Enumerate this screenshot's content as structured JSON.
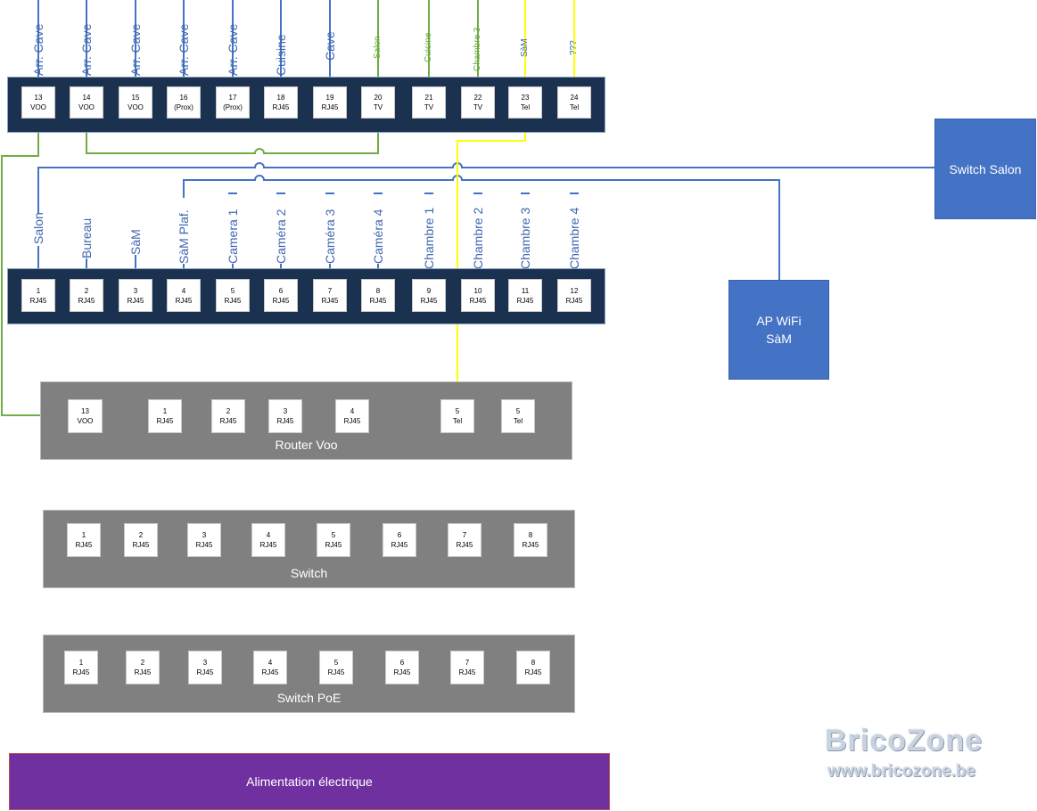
{
  "top_patch": {
    "labels": [
      {
        "text": "Arr. Cave",
        "style": "blue"
      },
      {
        "text": "Arr. Cave",
        "style": "blue"
      },
      {
        "text": "Arr. Cave",
        "style": "blue"
      },
      {
        "text": "Arr. Cave",
        "style": "blue"
      },
      {
        "text": "Arr. Cave",
        "style": "blue"
      },
      {
        "text": "Cuisine",
        "style": "blue"
      },
      {
        "text": "Cave",
        "style": "blue"
      },
      {
        "text": "Salon",
        "style": "green"
      },
      {
        "text": "Cuisine",
        "style": "green"
      },
      {
        "text": "Chambre 3",
        "style": "green"
      },
      {
        "text": "SàM",
        "style": "bluesm"
      },
      {
        "text": "???",
        "style": "bluesm"
      }
    ],
    "ports": [
      {
        "num": "13",
        "type": "VOO"
      },
      {
        "num": "14",
        "type": "VOO"
      },
      {
        "num": "15",
        "type": "VOO"
      },
      {
        "num": "16",
        "type": "(Prox)"
      },
      {
        "num": "17",
        "type": "(Prox)"
      },
      {
        "num": "18",
        "type": "RJ45"
      },
      {
        "num": "19",
        "type": "RJ45"
      },
      {
        "num": "20",
        "type": "TV"
      },
      {
        "num": "21",
        "type": "TV"
      },
      {
        "num": "22",
        "type": "TV"
      },
      {
        "num": "23",
        "type": "Tel"
      },
      {
        "num": "24",
        "type": "Tel"
      }
    ]
  },
  "bottom_patch": {
    "labels": [
      "Salon",
      "Bureau",
      "SàM",
      "SàM Plaf.",
      "Camera 1",
      "Caméra 2",
      "Caméra 3",
      "Caméra 4",
      "Chambre 1",
      "Chambre 2",
      "Chambre 3",
      "Chambre 4"
    ],
    "ports": [
      {
        "num": "1",
        "type": "RJ45"
      },
      {
        "num": "2",
        "type": "RJ45"
      },
      {
        "num": "3",
        "type": "RJ45"
      },
      {
        "num": "4",
        "type": "RJ45"
      },
      {
        "num": "5",
        "type": "RJ45"
      },
      {
        "num": "6",
        "type": "RJ45"
      },
      {
        "num": "7",
        "type": "RJ45"
      },
      {
        "num": "8",
        "type": "RJ45"
      },
      {
        "num": "9",
        "type": "RJ45"
      },
      {
        "num": "10",
        "type": "RJ45"
      },
      {
        "num": "11",
        "type": "RJ45"
      },
      {
        "num": "12",
        "type": "RJ45"
      }
    ]
  },
  "router": {
    "title": "Router Voo",
    "ports": [
      {
        "num": "13",
        "type": "VOO"
      },
      {
        "num": "1",
        "type": "RJ45"
      },
      {
        "num": "2",
        "type": "RJ45"
      },
      {
        "num": "3",
        "type": "RJ45"
      },
      {
        "num": "4",
        "type": "RJ45"
      },
      {
        "num": "5",
        "type": "Tel"
      },
      {
        "num": "5",
        "type": "Tel"
      }
    ]
  },
  "switch": {
    "title": "Switch",
    "ports": [
      {
        "num": "1",
        "type": "RJ45"
      },
      {
        "num": "2",
        "type": "RJ45"
      },
      {
        "num": "3",
        "type": "RJ45"
      },
      {
        "num": "4",
        "type": "RJ45"
      },
      {
        "num": "5",
        "type": "RJ45"
      },
      {
        "num": "6",
        "type": "RJ45"
      },
      {
        "num": "7",
        "type": "RJ45"
      },
      {
        "num": "8",
        "type": "RJ45"
      }
    ]
  },
  "switch_poe": {
    "title": "Switch PoE",
    "ports": [
      {
        "num": "1",
        "type": "RJ45"
      },
      {
        "num": "2",
        "type": "RJ45"
      },
      {
        "num": "3",
        "type": "RJ45"
      },
      {
        "num": "4",
        "type": "RJ45"
      },
      {
        "num": "5",
        "type": "RJ45"
      },
      {
        "num": "6",
        "type": "RJ45"
      },
      {
        "num": "7",
        "type": "RJ45"
      },
      {
        "num": "8",
        "type": "RJ45"
      }
    ]
  },
  "switch_salon": {
    "label": "Switch Salon"
  },
  "ap_wifi": {
    "line1": "AP WiFi",
    "line2": "SàM"
  },
  "power": {
    "label": "Alimentation électrique"
  },
  "watermark": {
    "brand": "BricoZone",
    "url": "www.bricozone.be"
  },
  "colors": {
    "coax": "#70ad47",
    "phone": "#ffff00",
    "ethernet": "#4472c4",
    "patch_panel": "#1b3150",
    "device": "#808080",
    "power": "#7030a0"
  }
}
